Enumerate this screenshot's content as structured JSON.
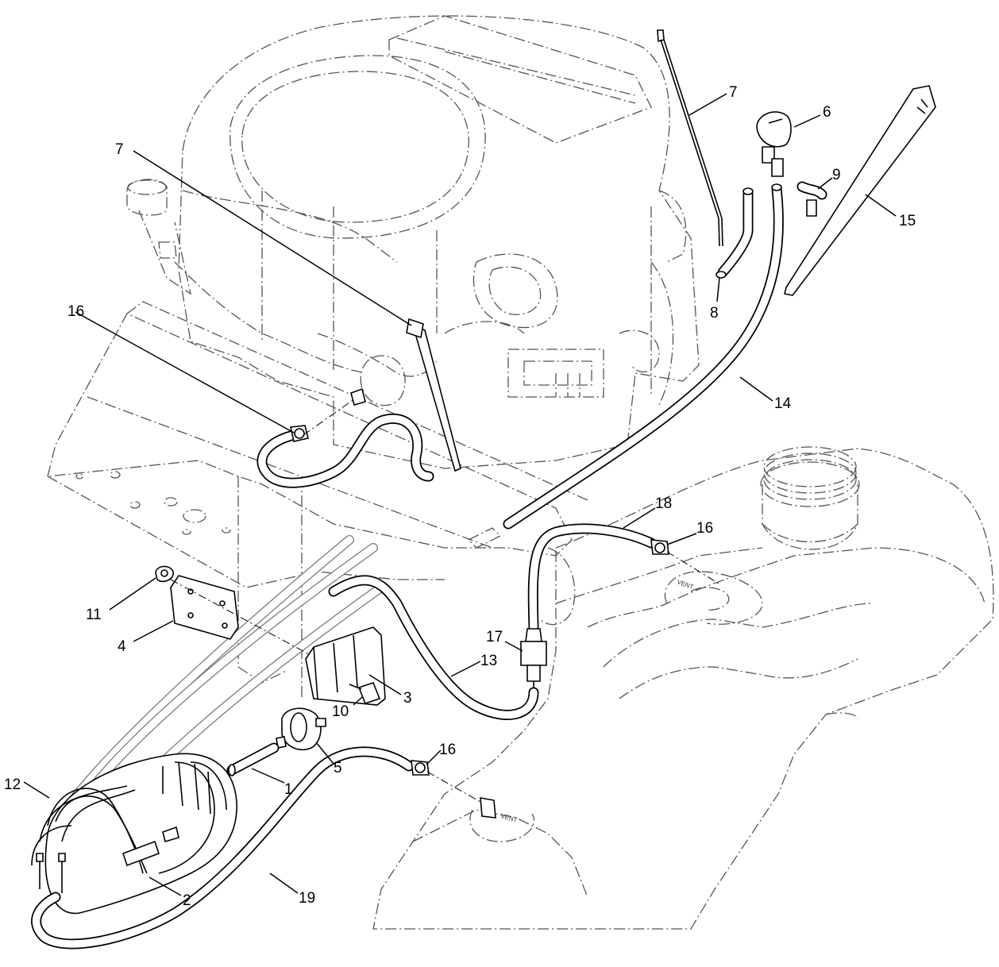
{
  "callouts": [
    {
      "id": "c1",
      "label": "1"
    },
    {
      "id": "c2",
      "label": "2"
    },
    {
      "id": "c3",
      "label": "3"
    },
    {
      "id": "c4",
      "label": "4"
    },
    {
      "id": "c5",
      "label": "5"
    },
    {
      "id": "c6",
      "label": "6"
    },
    {
      "id": "c7a",
      "label": "7"
    },
    {
      "id": "c7b",
      "label": "7"
    },
    {
      "id": "c8",
      "label": "8"
    },
    {
      "id": "c9",
      "label": "9"
    },
    {
      "id": "c10",
      "label": "10"
    },
    {
      "id": "c11",
      "label": "11"
    },
    {
      "id": "c12",
      "label": "12"
    },
    {
      "id": "c13",
      "label": "13"
    },
    {
      "id": "c14",
      "label": "14"
    },
    {
      "id": "c15",
      "label": "15"
    },
    {
      "id": "c16a",
      "label": "16"
    },
    {
      "id": "c16b",
      "label": "16"
    },
    {
      "id": "c16c",
      "label": "16"
    },
    {
      "id": "c17",
      "label": "17"
    },
    {
      "id": "c18",
      "label": "18"
    },
    {
      "id": "c19",
      "label": "19"
    }
  ],
  "tank_tags": {
    "upper": "VENT",
    "lower": "VENT"
  }
}
